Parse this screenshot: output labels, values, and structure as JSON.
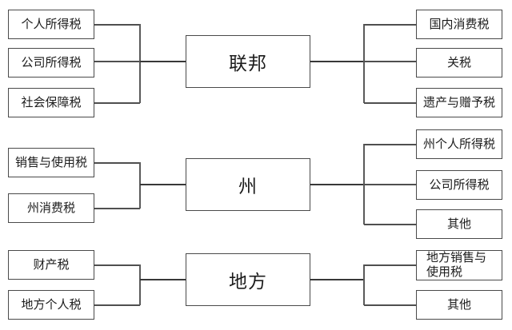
{
  "diagram": {
    "description": "Tax structure flowchart: federal, state and local tax categories",
    "colors": {
      "background": "#ffffff",
      "box_border": "#4a4a4a",
      "line": "#4f4f4f",
      "text": "#1c1c1c"
    },
    "rows": [
      {
        "center": "联邦",
        "left": [
          "个人所得税",
          "公司所得税",
          "社会保障税"
        ],
        "right": [
          "国内消费税",
          "关税",
          "遗产与赠予税"
        ]
      },
      {
        "center": "州",
        "left": [
          "销售与使用税",
          "州消费税"
        ],
        "right": [
          "州个人所得税",
          "公司所得税",
          "其他"
        ]
      },
      {
        "center": "地方",
        "left": [
          "财产税",
          "地方个人税"
        ],
        "right": [
          "地方销售与使用税",
          "其他"
        ]
      }
    ]
  }
}
